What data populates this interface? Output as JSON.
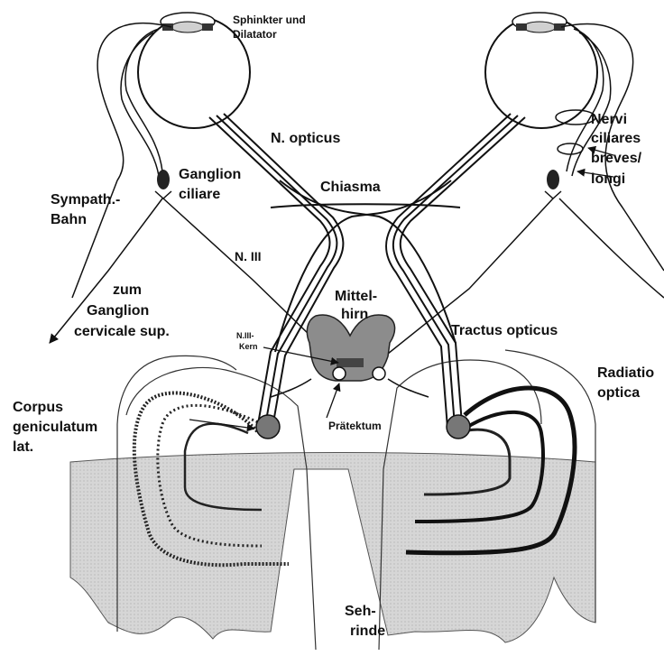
{
  "labels": {
    "sphinkter_1": "Sphinkter und",
    "sphinkter_2": "Dilatator",
    "n_opticus": "N. opticus",
    "nervi_1": "Nervi",
    "nervi_2": "ciliares",
    "nervi_3": "breves/",
    "nervi_4": "longi",
    "ganglion_ciliare_1": "Ganglion",
    "ganglion_ciliare_2": "ciliare",
    "chiasma": "Chiasma",
    "sympath_1": "Sympath.-",
    "sympath_2": "Bahn",
    "n_iii": "N. III",
    "zum_1": "zum",
    "zum_2": "Ganglion",
    "zum_3": "cervicale sup.",
    "mittelhirn_1": "Mittel-",
    "mittelhirn_2": "hirn",
    "tractus_opticus": "Tractus opticus",
    "n_iii_kern_1": "N.III-",
    "n_iii_kern_2": "Kern",
    "radiatio_1": "Radiatio",
    "radiatio_2": "optica",
    "corpus_1": "Corpus",
    "corpus_2": "geniculatum",
    "corpus_3": "lat.",
    "praetektum": "Prätektum",
    "sehrinde_1": "Seh-",
    "sehrinde_2": "rinde"
  },
  "colors": {
    "cortex_fill": "#d4d4d4",
    "midbrain_fill": "#8a8a8a",
    "lines": "#1a1a1a"
  }
}
